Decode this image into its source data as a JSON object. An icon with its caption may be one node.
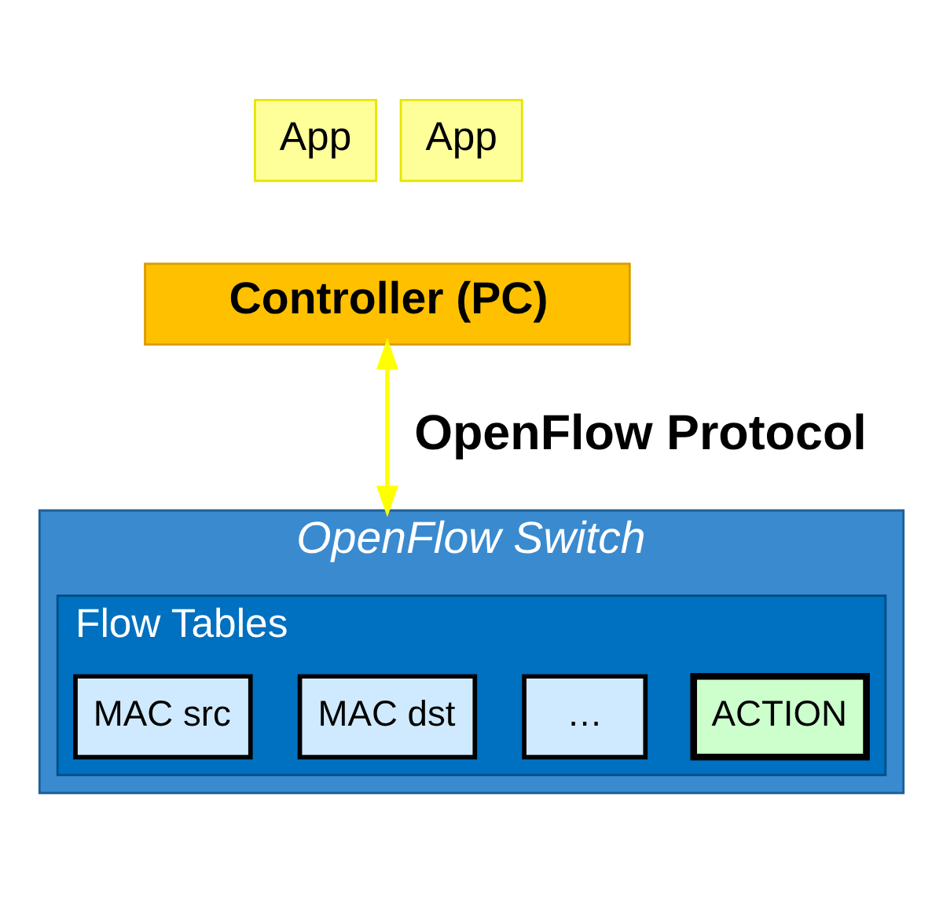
{
  "diagram": {
    "nodes": [
      {
        "text": [
          "App"
        ]
      },
      {
        "text": [
          "App"
        ]
      },
      {
        "text": [
          "Controller (PC)"
        ]
      },
      {
        "text": [
          "OpenFlow Switch"
        ]
      },
      {
        "text": [
          "Flow Tables"
        ],
        "in": 3
      },
      {
        "text": [
          "MAC src"
        ],
        "in": 4
      },
      {
        "text": [
          "MAC dst"
        ],
        "in": 4
      },
      {
        "text": [
          "…"
        ],
        "in": 4
      },
      {
        "text": [
          "ACTION"
        ],
        "in": 4
      }
    ],
    "edges": [
      {
        "from": 2,
        "to": 3,
        "arrow": "both",
        "label": "OpenFlow Protocol",
        "color": "#ffff00"
      }
    ]
  }
}
